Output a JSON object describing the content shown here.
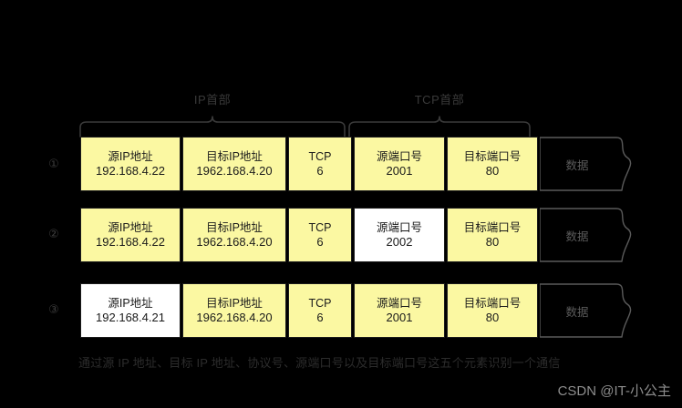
{
  "figure": {
    "background_color": "#000000",
    "field_fill_color": "#fbf8a2",
    "highlight_fill_color": "#ffffff",
    "payload_fill_color": "#000000",
    "caption": "通过源 IP 地址、目标 IP 地址、协议号、源端口号以及目标端口号这五个元素识别一个通信",
    "watermark": "CSDN @IT-小公主"
  },
  "braces": [
    {
      "label": "IP首部",
      "name": "ip-header"
    },
    {
      "label": "TCP首部",
      "name": "tcp-header"
    }
  ],
  "rows": [
    {
      "marker": "①",
      "fields": [
        {
          "title": "源IP地址",
          "value": "192.168.4.22",
          "highlight": false
        },
        {
          "title": "目标IP地址",
          "value": "1962.168.4.20",
          "highlight": false
        },
        {
          "title": "TCP",
          "value": "6",
          "highlight": false
        },
        {
          "title": "源端口号",
          "value": "2001",
          "highlight": false
        },
        {
          "title": "目标端口号",
          "value": "80",
          "highlight": false
        }
      ],
      "payload": "数据"
    },
    {
      "marker": "②",
      "fields": [
        {
          "title": "源IP地址",
          "value": "192.168.4.22",
          "highlight": false
        },
        {
          "title": "目标IP地址",
          "value": "1962.168.4.20",
          "highlight": false
        },
        {
          "title": "TCP",
          "value": "6",
          "highlight": false
        },
        {
          "title": "源端口号",
          "value": "2002",
          "highlight": true
        },
        {
          "title": "目标端口号",
          "value": "80",
          "highlight": false
        }
      ],
      "payload": "数据"
    },
    {
      "marker": "③",
      "fields": [
        {
          "title": "源IP地址",
          "value": "192.168.4.21",
          "highlight": true
        },
        {
          "title": "目标IP地址",
          "value": "1962.168.4.20",
          "highlight": false
        },
        {
          "title": "TCP",
          "value": "6",
          "highlight": false
        },
        {
          "title": "源端口号",
          "value": "2001",
          "highlight": false
        },
        {
          "title": "目标端口号",
          "value": "80",
          "highlight": false
        }
      ],
      "payload": "数据"
    }
  ]
}
